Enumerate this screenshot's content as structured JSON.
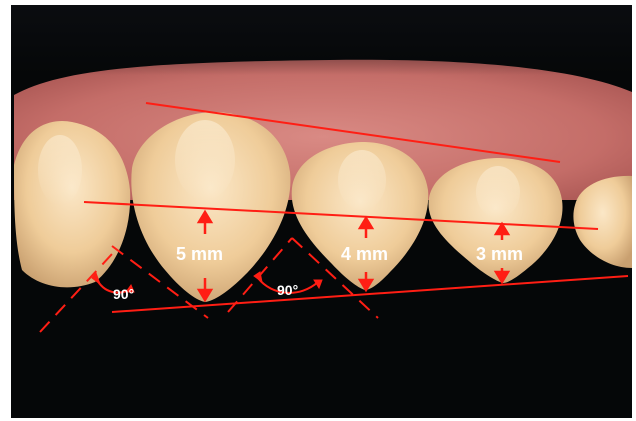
{
  "image": {
    "description_colors": {
      "background": "#050708",
      "gum": "#c9736f",
      "tooth": "#f1d3a6",
      "annotation": "#ff1e14",
      "label": "#ffffff"
    }
  },
  "annotations": {
    "measure_1": "5 mm",
    "measure_2": "4 mm",
    "measure_3": "3 mm",
    "angle_1": "90°",
    "angle_2": "90°"
  }
}
